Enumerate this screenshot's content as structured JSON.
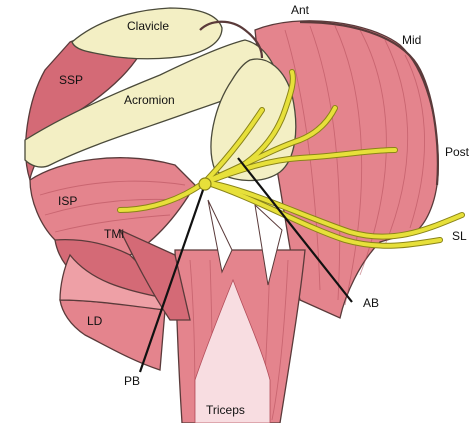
{
  "figure": {
    "labels": {
      "ant": "Ant",
      "mid": "Mid",
      "post": "Post",
      "clavicle": "Clavicle",
      "acromion": "Acromion",
      "ssp": "SSP",
      "isp": "ISP",
      "tmi": "TMi",
      "ld": "LD",
      "pb": "PB",
      "ab": "AB",
      "sl": "SL",
      "triceps": "Triceps"
    },
    "colors": {
      "muscle": "#e4848d",
      "muscle_dark": "#d46a76",
      "muscle_light": "#eea0a6",
      "bone": "#f3efc4",
      "tendon": "#f8dde1",
      "nerve": "#e7e03a",
      "nerve_edge": "#8a8418",
      "outline": "#5a3a3a",
      "text": "#111111"
    }
  }
}
